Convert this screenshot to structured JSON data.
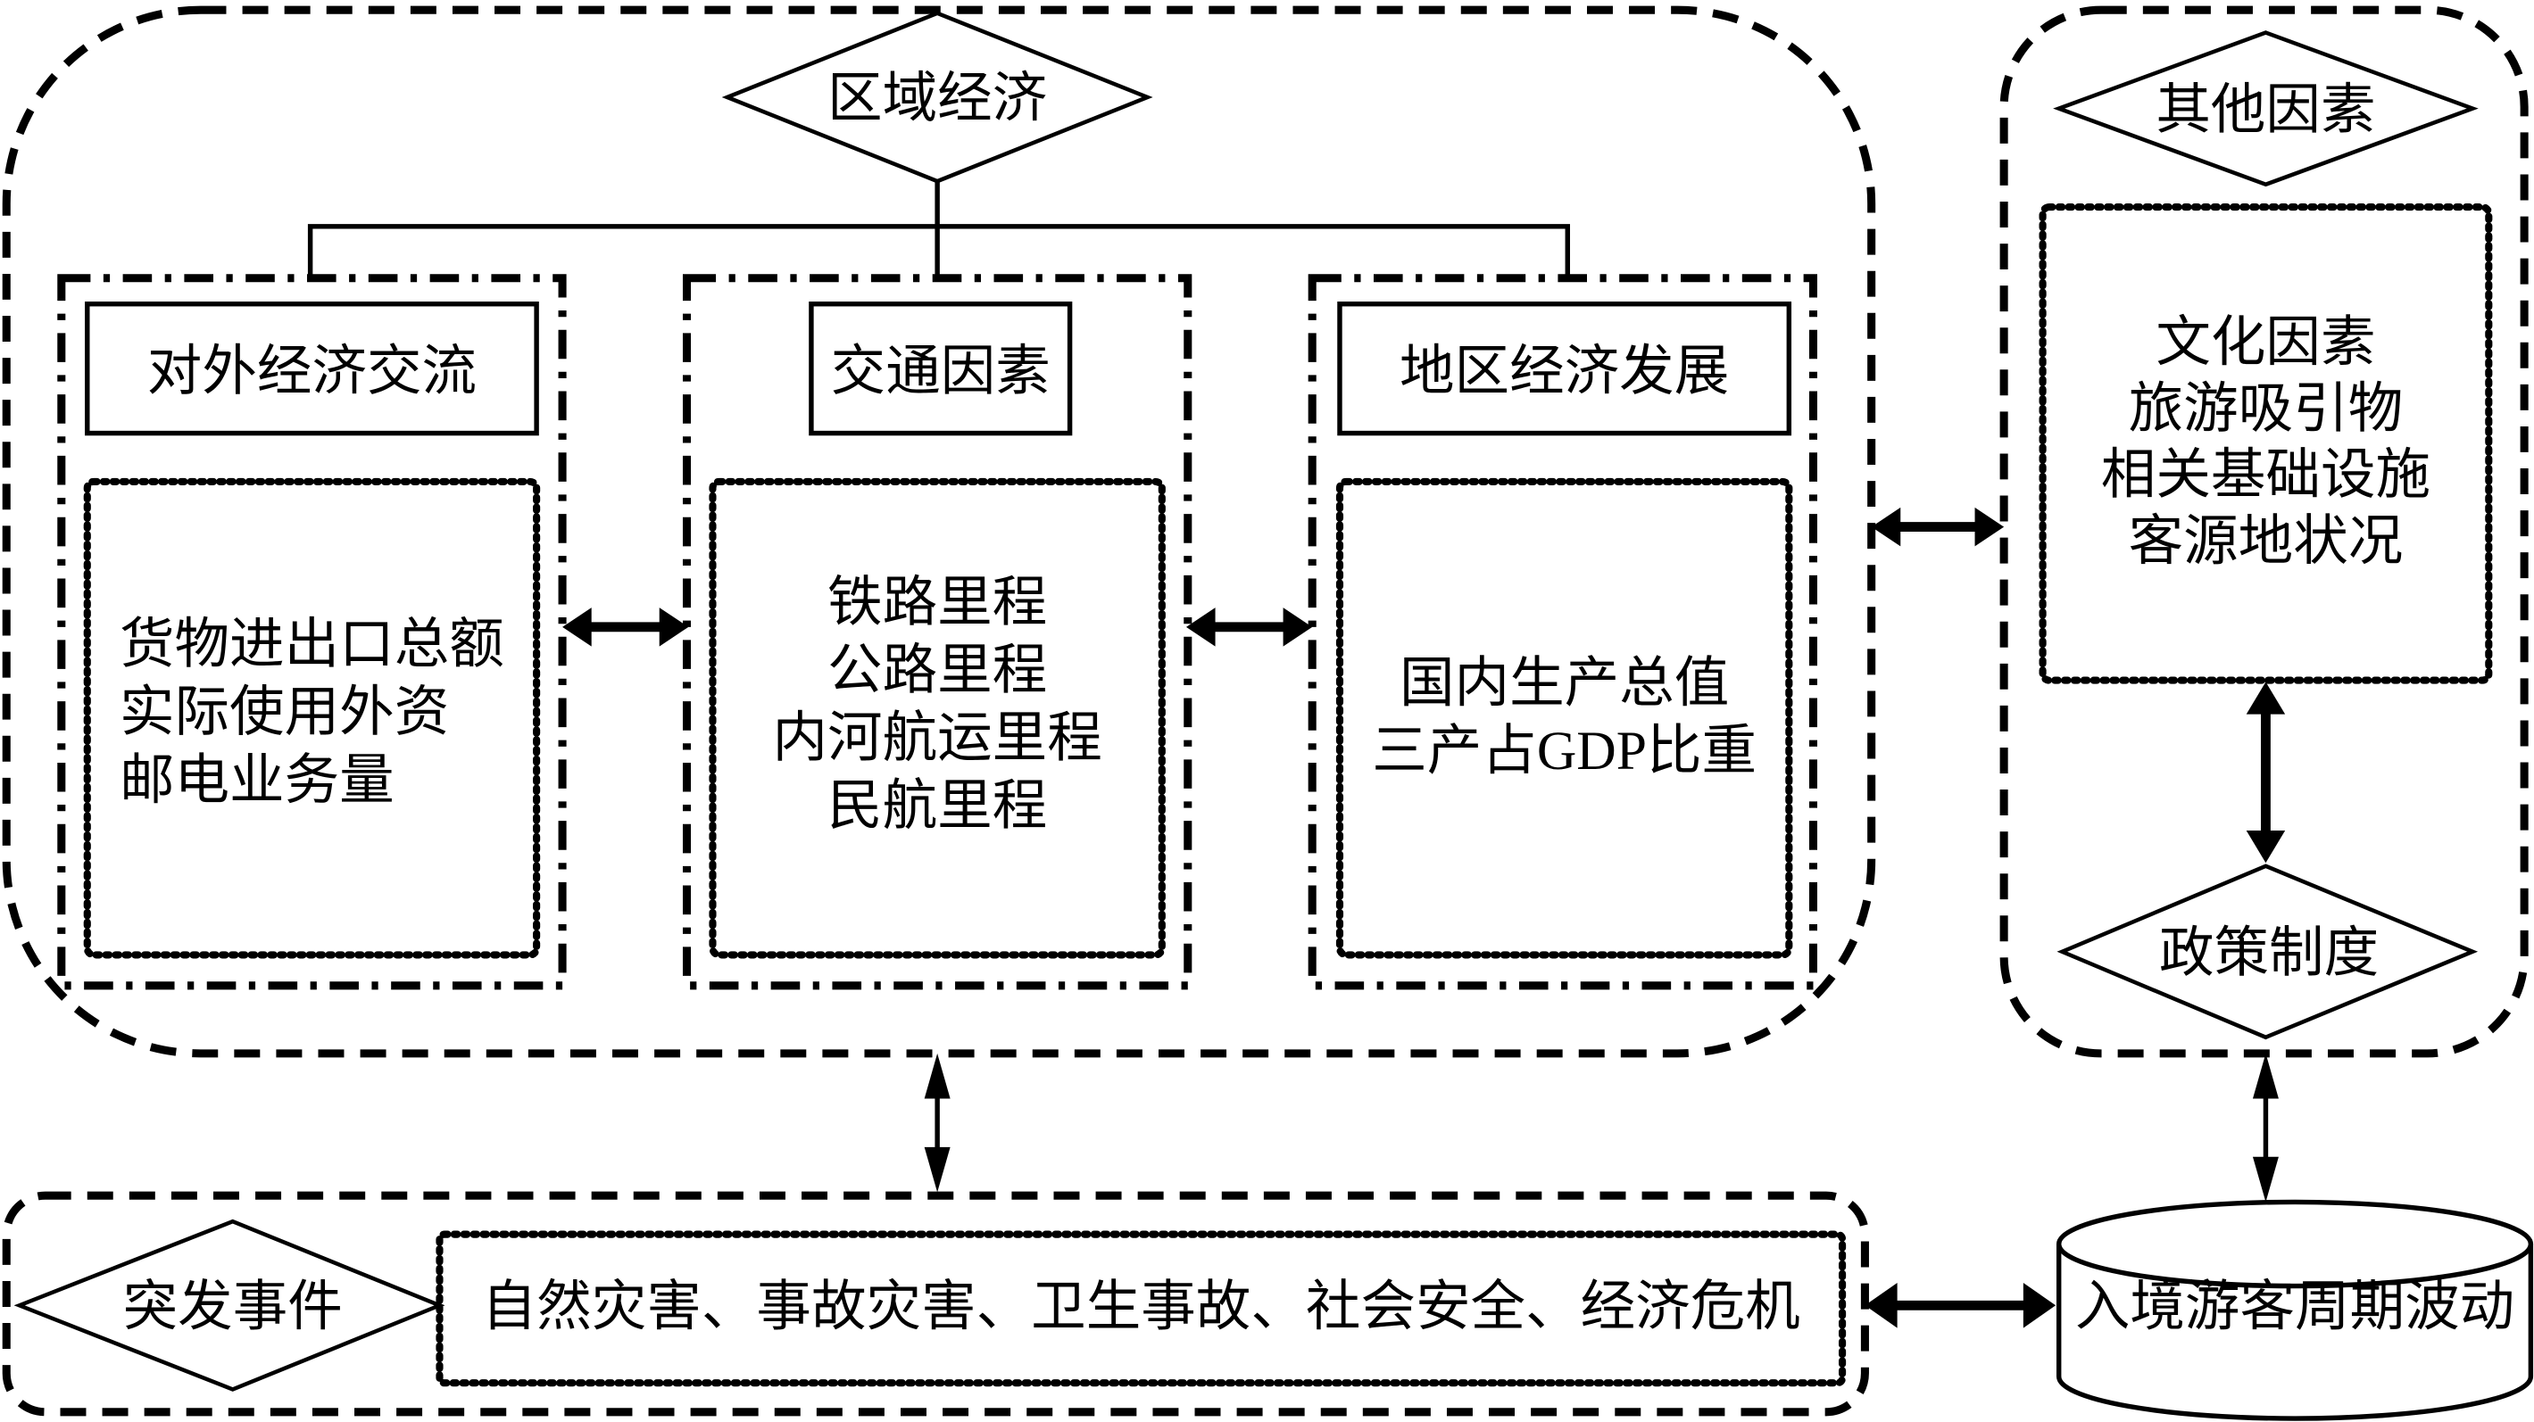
{
  "groups": {
    "regional_economy": {
      "title": "区域经济",
      "panels": [
        {
          "title": "对外经济交流",
          "items": [
            "货物进出口总额",
            "实际使用外资",
            "邮电业务量"
          ]
        },
        {
          "title": "交通因素",
          "items": [
            "铁路里程",
            "公路里程",
            "内河航运里程",
            "民航里程"
          ]
        },
        {
          "title": "地区经济发展",
          "items": [
            "国内生产总值",
            "三产占GDP比重"
          ]
        }
      ]
    },
    "other_factors": {
      "title": "其他因素",
      "items": [
        "文化因素",
        "旅游吸引物",
        "相关基础设施",
        "客源地状况"
      ],
      "policy": "政策制度"
    },
    "emergencies": {
      "title": "突发事件",
      "items": "自然灾害、事故灾害、卫生事故、社会安全、经济危机"
    }
  },
  "outcome": "入境游客周期波动"
}
